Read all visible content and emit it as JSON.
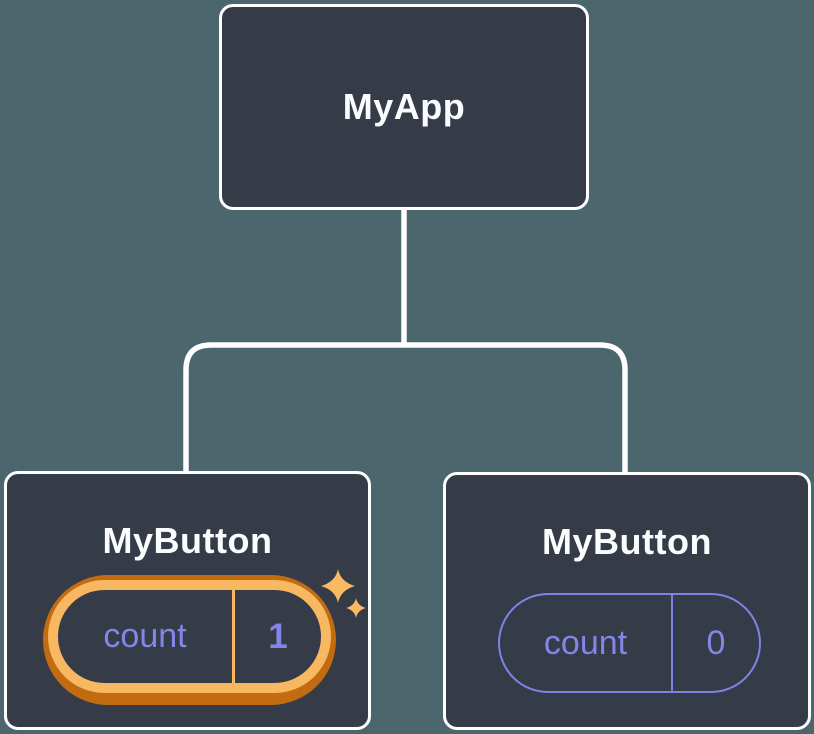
{
  "diagram": {
    "title": "component-tree",
    "root": {
      "label": "MyApp"
    },
    "children": [
      {
        "label": "MyButton",
        "state": {
          "key": "count",
          "value": "1"
        },
        "highlighted": true
      },
      {
        "label": "MyButton",
        "state": {
          "key": "count",
          "value": "0"
        },
        "highlighted": false
      }
    ]
  },
  "icons": {
    "sparkles": "sparkles-icon"
  },
  "colors": {
    "canvas-bg": "#4c666d",
    "node-fill": "#353b47",
    "node-border": "#ffffff",
    "node-text": "#fbfcfe",
    "state-purple": "#8286e8",
    "pill-purple-border": "#7f83e6",
    "hl-orange-dark": "#c26b10",
    "hl-orange-light": "#f8b761",
    "sparkle-orange": "#f9ba62",
    "connector": "#ffffff"
  }
}
